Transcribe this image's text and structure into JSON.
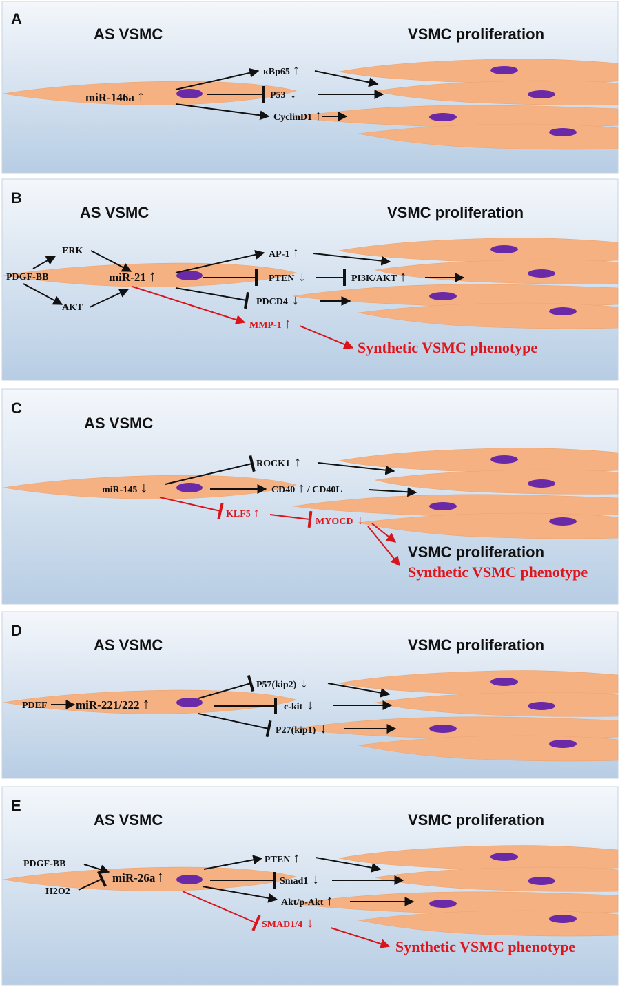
{
  "colors": {
    "background_top": "#f4f7fb",
    "background_bottom": "#b7cde4",
    "cell": "#f6b183",
    "nucleus": "#6a2aa8",
    "activation": "#111111",
    "red_pathway": "#e0141b"
  },
  "panels": [
    {
      "letter": "A",
      "title_left": "AS  VSMC",
      "title_right": "VSMC proliferation",
      "mirna": "miR-146a",
      "mirna_dir": "↑",
      "targets": [
        {
          "name": "κBp65",
          "dir": "↑",
          "edge": "activates"
        },
        {
          "name": "P53",
          "dir": "↓",
          "edge": "inhibits"
        },
        {
          "name": "CyclinD1",
          "dir": "↑",
          "edge": "activates"
        }
      ]
    },
    {
      "letter": "B",
      "title_left": "AS  VSMC",
      "title_right": "VSMC proliferation",
      "upstream": [
        "PDGF-BB",
        "ERK",
        "AKT"
      ],
      "mirna": "miR-21",
      "mirna_dir": "↑",
      "targets": [
        {
          "name": "AP-1",
          "dir": "↑",
          "edge": "activates"
        },
        {
          "name": "PTEN",
          "dir": "↓",
          "edge": "inhibits"
        },
        {
          "name": "PI3K/AKT",
          "dir": "↑",
          "edge": "activates"
        },
        {
          "name": "PDCD4",
          "dir": "↓",
          "edge": "inhibits"
        }
      ],
      "red_target": {
        "name": "MMP-1",
        "dir": "↑"
      },
      "outcome_red": "Synthetic VSMC phenotype"
    },
    {
      "letter": "C",
      "title_left": "AS  VSMC",
      "mirna": "miR-145",
      "mirna_dir": "↓",
      "targets": [
        {
          "name": "ROCK1",
          "dir": "↑",
          "edge": "inhibits"
        },
        {
          "name": "CD40",
          "dir": "↑",
          "suffix": " / CD40L",
          "edge": "activates"
        }
      ],
      "red_targets": [
        {
          "name": "KLF5",
          "dir": "↑"
        },
        {
          "name": "MYOCD",
          "dir": "↓"
        }
      ],
      "outcome_black": "VSMC proliferation",
      "outcome_red": "Synthetic VSMC phenotype"
    },
    {
      "letter": "D",
      "title_left": "AS  VSMC",
      "title_right": "VSMC proliferation",
      "upstream": [
        "PDEF"
      ],
      "mirna": "miR-221/222",
      "mirna_dir": "↑",
      "targets": [
        {
          "name": "P57(kip2)",
          "dir": "↓",
          "edge": "inhibits"
        },
        {
          "name": "c-kit",
          "dir": "↓",
          "edge": "inhibits"
        },
        {
          "name": "P27(kip1)",
          "dir": "↓",
          "edge": "inhibits"
        }
      ]
    },
    {
      "letter": "E",
      "title_left": "AS  VSMC",
      "title_right": "VSMC proliferation",
      "upstream": [
        "PDGF-BB",
        "H2O2"
      ],
      "mirna": "miR-26a",
      "mirna_dir": "↑",
      "targets": [
        {
          "name": "PTEN",
          "dir": "↑",
          "edge": "activates"
        },
        {
          "name": "Smad1",
          "dir": "↓",
          "edge": "inhibits"
        },
        {
          "name": "Akt/p-Akt",
          "dir": "↑",
          "edge": "activates"
        }
      ],
      "red_target": {
        "name": "SMAD1/4",
        "dir": "↓"
      },
      "outcome_red": "Synthetic VSMC phenotype"
    }
  ]
}
